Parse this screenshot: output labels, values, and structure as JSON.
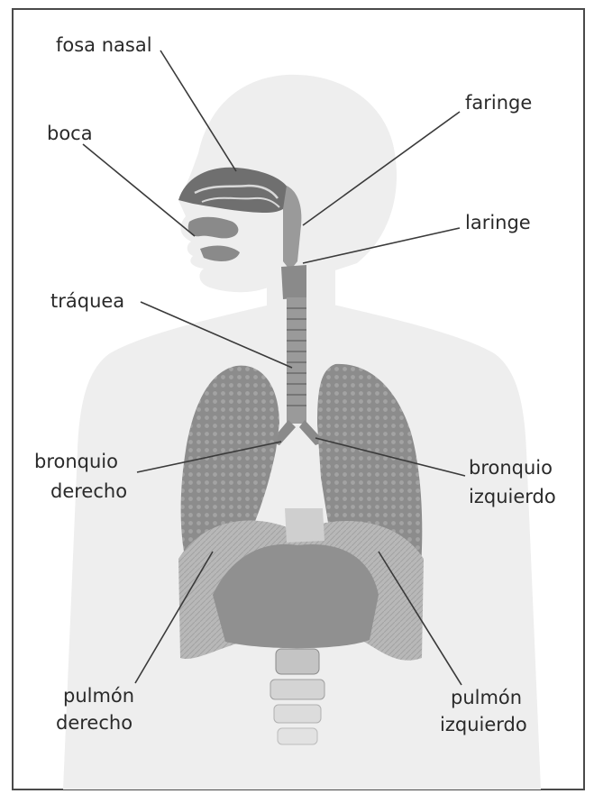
{
  "labels": {
    "fosa_nasal": "fosa nasal",
    "boca": "boca",
    "faringe": "faringe",
    "laringe": "laringe",
    "traquea": "tráquea",
    "bronquio_derecho_1": "bronquio",
    "bronquio_derecho_2": "derecho",
    "bronquio_izquierdo_1": "bronquio",
    "bronquio_izquierdo_2": "izquierdo",
    "pulmon_derecho_1": "pulmón",
    "pulmon_derecho_2": "derecho",
    "pulmon_izquierdo_1": "pulmón",
    "pulmon_izquierdo_2": "izquierdo"
  },
  "colors": {
    "frame": "#4a4a4a",
    "body_fill": "#eeeeee",
    "lung_fill": "#8c8c8c",
    "diaphragm_fill": "#b5b5b5",
    "airway_fill": "#9a9a9a",
    "nasal_fill": "#6f6f6f",
    "label_text": "#2a2a2a"
  }
}
